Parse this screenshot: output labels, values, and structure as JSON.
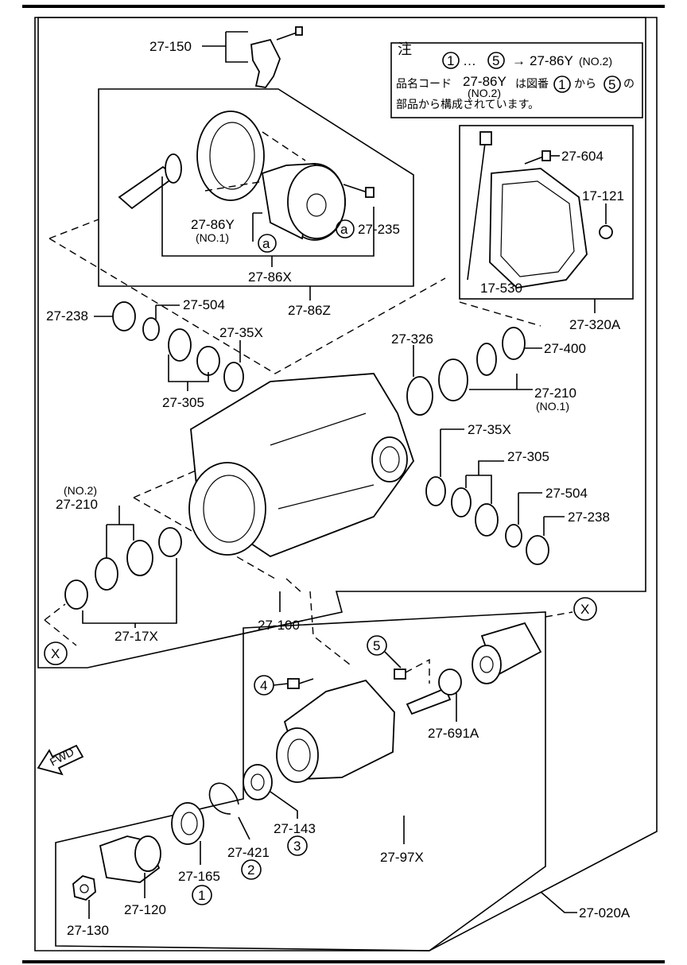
{
  "note": {
    "header": "注",
    "line1_from": "1",
    "line1_ellipsis": "…",
    "line1_to": "5",
    "line1_arrow": "→",
    "line1_code": "27-86Y",
    "line1_suffix": "(NO.2)",
    "line2_a": "品名コード",
    "line2_code": "27-86Y",
    "line2_sub": "(NO.2)",
    "line2_b": "は図番",
    "line2_c": "から",
    "line2_d": "の",
    "line3": "部品から構成されています。"
  },
  "labels": {
    "p27_150": "27-150",
    "p27_604": "27-604",
    "p17_121": "17-121",
    "p17_530": "17-530",
    "p27_320A": "27-320A",
    "p27_86Y": "27-86Y",
    "p27_86Y_no": "(NO.1)",
    "p27_235": "27-235",
    "marker_a": "a",
    "p27_86X": "27-86X",
    "p27_86Z": "27-86Z",
    "p27_238_l": "27-238",
    "p27_504_l": "27-504",
    "p27_35X_l": "27-35X",
    "p27_305_l": "27-305",
    "p27_326": "27-326",
    "p27_400": "27-400",
    "p27_210_r": "27-210",
    "p27_210_r_no": "(NO.1)",
    "p27_35X_r": "27-35X",
    "p27_305_r": "27-305",
    "p27_504_r": "27-504",
    "p27_238_r": "27-238",
    "p27_210_l_no": "(NO.2)",
    "p27_210_l": "27-210",
    "p27_17X": "27-17X",
    "p27_100": "27-100",
    "marker_x": "X",
    "num5": "5",
    "num4": "4",
    "num3": "3",
    "num2": "2",
    "num1": "1",
    "p27_691A": "27-691A",
    "fwd": "FWD",
    "p27_143": "27-143",
    "p27_421": "27-421",
    "p27_165": "27-165",
    "p27_97X": "27-97X",
    "p27_120": "27-120",
    "p27_130": "27-130",
    "p27_020A": "27-020A"
  }
}
